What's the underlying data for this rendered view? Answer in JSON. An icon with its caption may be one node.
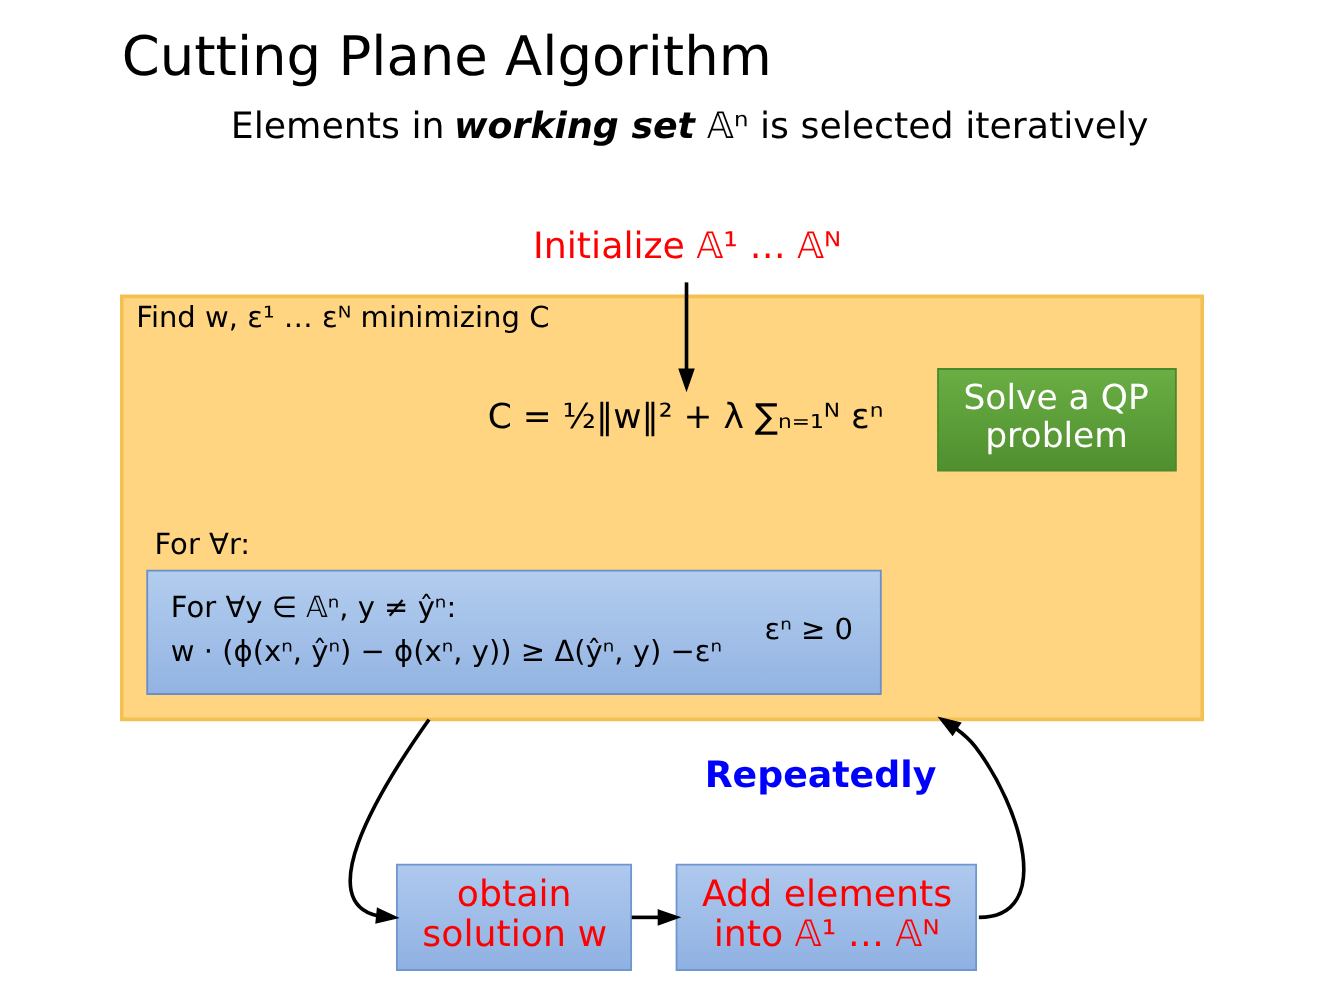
{
  "diagram": {
    "title": "Cutting Plane Algorithm",
    "nodes": [
      {
        "text": [
          "Initialize 𝔸¹ … 𝔸ᴺ"
        ]
      },
      {
        "text": [
          "Find w, ε¹ … εᴺ minimizing C"
        ]
      },
      {
        "text": [
          "C = ½‖w‖² + λ ∑ₙ₌₁ᴺ εⁿ"
        ],
        "in": 1
      },
      {
        "text": [
          "Solve a QP problem"
        ],
        "in": 1
      },
      {
        "text": [
          "For ∀r:",
          "For ∀y ∈ 𝔸ⁿ, y ≠ ŷⁿ:",
          "w · (ϕ(xⁿ, ŷⁿ) − ϕ(xⁿ, y)) ≥ Δ(ŷⁿ, y) −εⁿ",
          "εⁿ ≥ 0"
        ],
        "in": 1
      },
      {
        "text": [
          "obtain solution w"
        ]
      },
      {
        "text": [
          "Add elements into 𝔸¹ … 𝔸ᴺ"
        ]
      }
    ],
    "edges": [
      {
        "from": 0,
        "to": 2,
        "arrow": "to"
      },
      {
        "from": 1,
        "to": 5,
        "arrow": "to"
      },
      {
        "from": 5,
        "to": 6,
        "arrow": "to"
      },
      {
        "from": 6,
        "to": 1,
        "arrow": "to"
      }
    ],
    "labels": [
      "Elements in **working set** 𝔸ⁿ is selected iteratively",
      "Repeatedly"
    ]
  }
}
